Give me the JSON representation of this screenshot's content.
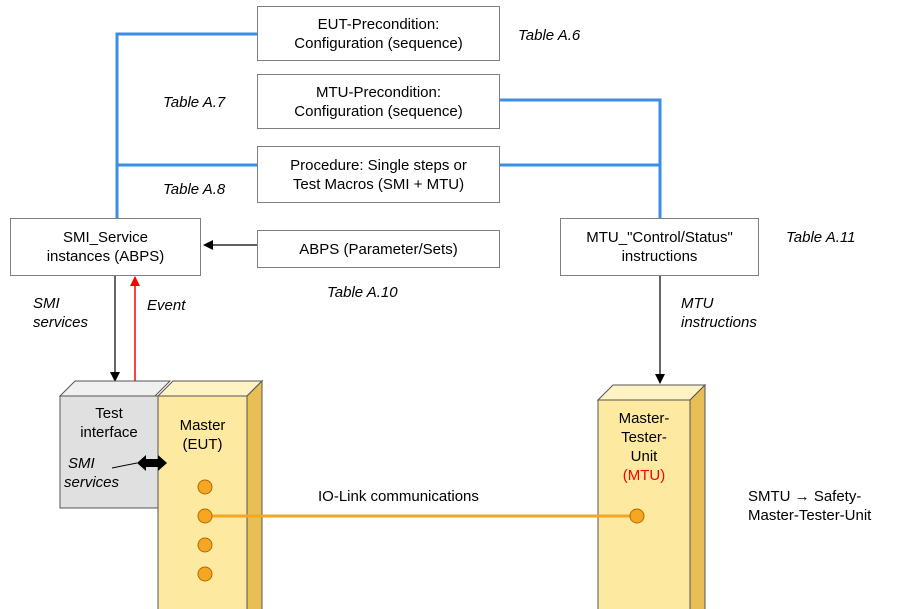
{
  "boxes": {
    "eut_precondition": [
      "EUT-Precondition:",
      "Configuration (sequence)"
    ],
    "mtu_precondition": [
      "MTU-Precondition:",
      "Configuration (sequence)"
    ],
    "procedure": [
      "Procedure: Single steps or",
      "Test Macros (SMI + MTU)"
    ],
    "smi_service": [
      "SMI_Service",
      "instances (ABPS)"
    ],
    "abps": [
      "ABPS (Parameter/Sets)"
    ],
    "mtu_control": [
      "MTU_\"Control/Status\"",
      "instructions"
    ]
  },
  "table_refs": {
    "a6": "Table A.6",
    "a7": "Table A.7",
    "a8": "Table A.8",
    "a10": "Table A.10",
    "a11": "Table A.11"
  },
  "arrow_labels": {
    "smi_services": [
      "SMI",
      "services"
    ],
    "event": "Event",
    "mtu_instructions": [
      "MTU",
      "instructions"
    ]
  },
  "devices": {
    "test_interface": [
      "Test",
      "interface"
    ],
    "test_interface_smi": [
      "SMI",
      "services"
    ],
    "master": [
      "Master",
      "(EUT)"
    ],
    "mtu": [
      "Master-",
      "Tester-",
      "Unit"
    ],
    "mtu_abbr": "(MTU)"
  },
  "link_label": "IO-Link communications",
  "smtu_note": [
    "SMTU → Safety-",
    "Master-Tester-Unit"
  ],
  "colors": {
    "blue_line": "#3b8ee6",
    "orange_line": "#f5a623",
    "device_fill": "#fde9a0",
    "device_side": "#e7bf55",
    "test_interface_fill": "#e0e0e0",
    "event_arrow": "#ff0000",
    "mtu_abbr": "#ff0000"
  }
}
